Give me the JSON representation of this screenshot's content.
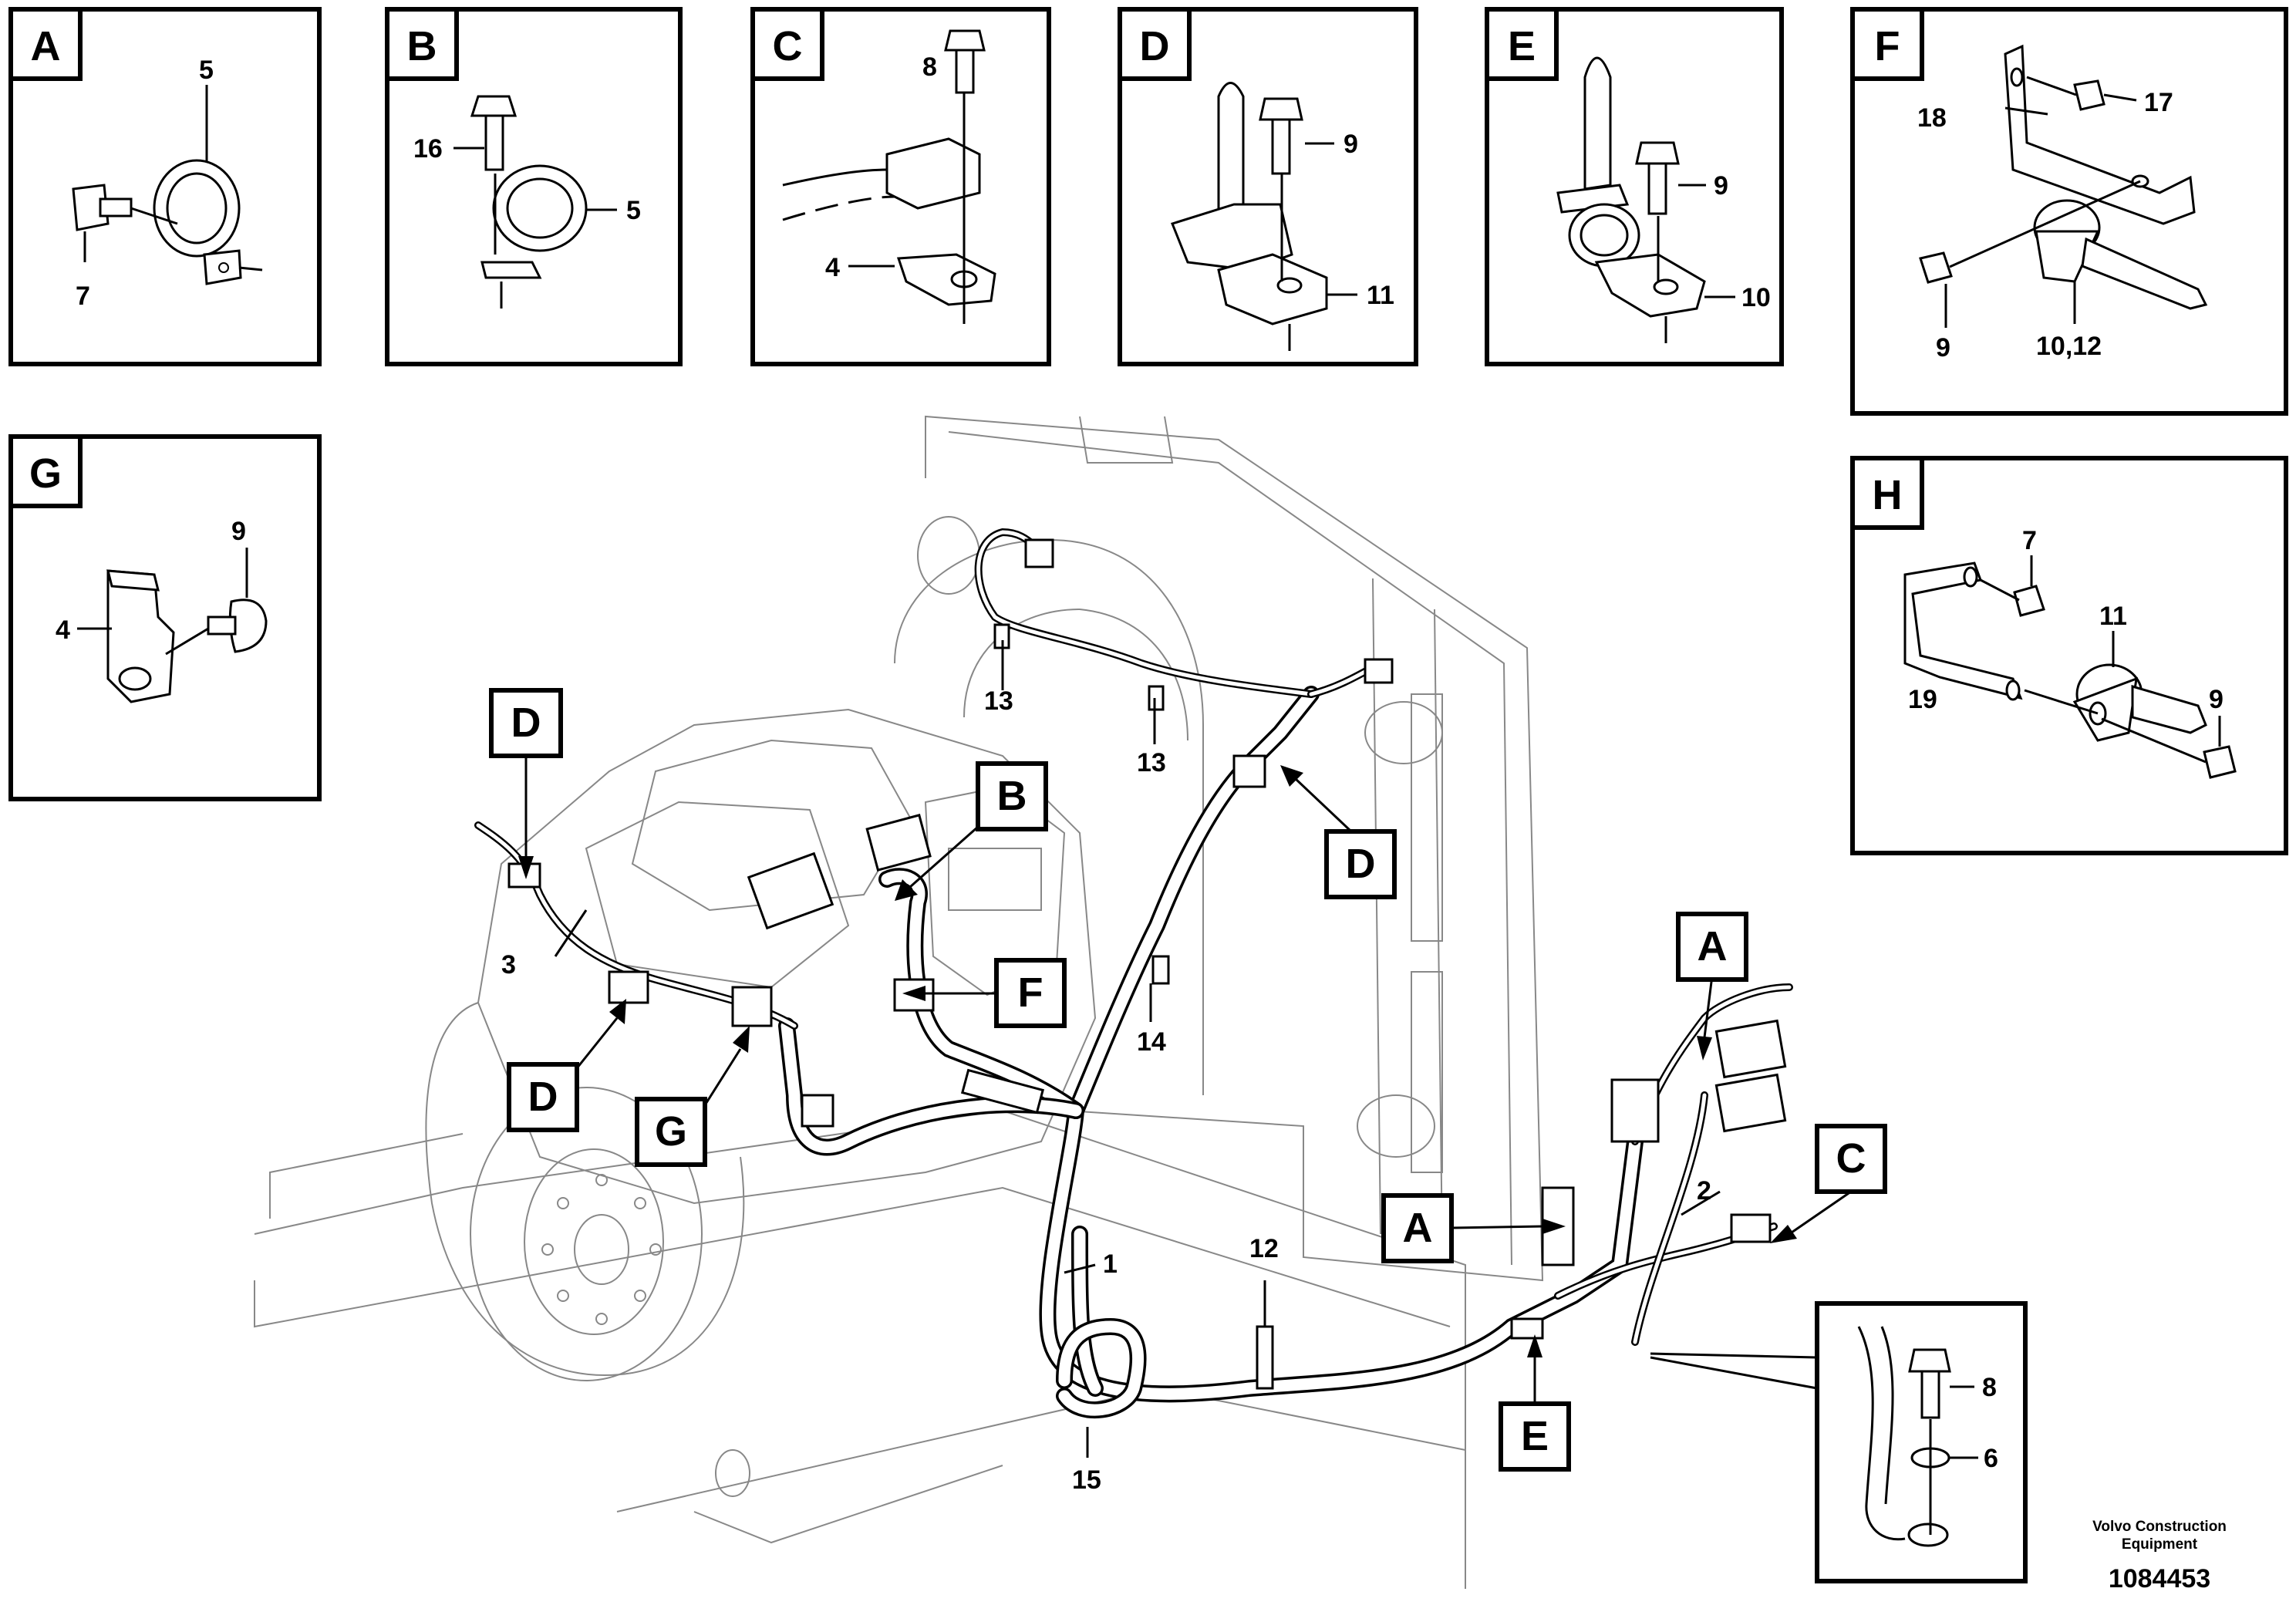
{
  "diagram": {
    "detail_panels": [
      {
        "letter": "A",
        "labels": [
          "5",
          "7"
        ]
      },
      {
        "letter": "B",
        "labels": [
          "16",
          "5"
        ]
      },
      {
        "letter": "C",
        "labels": [
          "8",
          "4"
        ]
      },
      {
        "letter": "D",
        "labels": [
          "9",
          "11"
        ]
      },
      {
        "letter": "E",
        "labels": [
          "9",
          "10"
        ]
      },
      {
        "letter": "F",
        "labels": [
          "18",
          "17",
          "9",
          "10,12"
        ]
      },
      {
        "letter": "G",
        "labels": [
          "9",
          "4"
        ]
      },
      {
        "letter": "H",
        "labels": [
          "7",
          "11",
          "19",
          "9"
        ]
      }
    ],
    "inset": {
      "labels": [
        "8",
        "6"
      ]
    },
    "main_callouts": [
      "D",
      "B",
      "D",
      "F",
      "D",
      "G",
      "A",
      "A",
      "C",
      "E"
    ],
    "part_labels": [
      "13",
      "13",
      "3",
      "14",
      "1",
      "12",
      "2",
      "15"
    ]
  },
  "footer": {
    "company_line1": "Volvo Construction",
    "company_line2": "Equipment",
    "doc_number": "1084453"
  }
}
